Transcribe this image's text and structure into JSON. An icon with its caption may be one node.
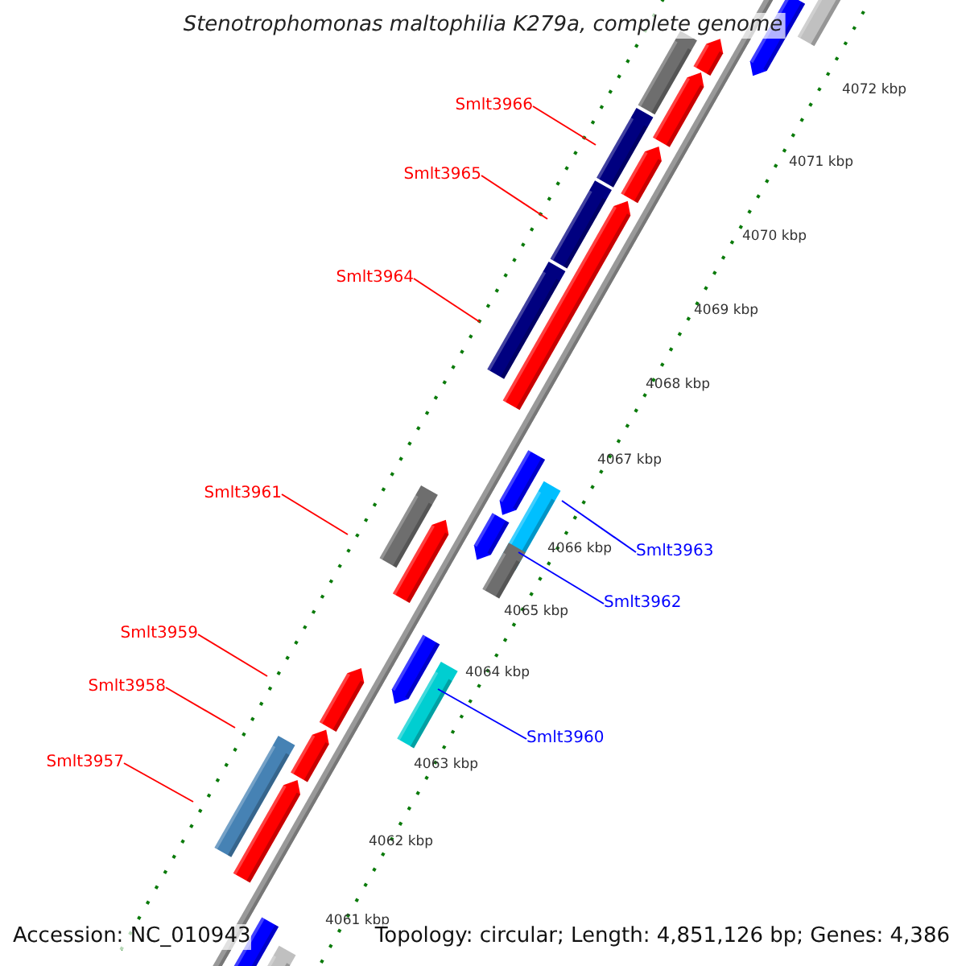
{
  "diagram": {
    "title": "Stenotrophomonas maltophilia K279a, complete genome",
    "nodes": [
      {
        "text": [
          "Smlt3966"
        ]
      },
      {
        "text": [
          "Smlt3965"
        ]
      },
      {
        "text": [
          "Smlt3964"
        ]
      },
      {
        "text": [
          "Smlt3961"
        ]
      },
      {
        "text": [
          "Smlt3963"
        ]
      },
      {
        "text": [
          "Smlt3962"
        ]
      },
      {
        "text": [
          "Smlt3959"
        ]
      },
      {
        "text": [
          "Smlt3958"
        ]
      },
      {
        "text": [
          "Smlt3960"
        ]
      },
      {
        "text": [
          "Smlt3957"
        ]
      }
    ],
    "edges": [
      {
        "from": 0,
        "to": null,
        "arrow": "none"
      },
      {
        "from": 1,
        "to": null,
        "arrow": "none"
      },
      {
        "from": 2,
        "to": null,
        "arrow": "none"
      },
      {
        "from": 3,
        "to": null,
        "arrow": "none"
      },
      {
        "from": 4,
        "to": null,
        "arrow": "none",
        "color": "#0000ff"
      },
      {
        "from": 5,
        "to": null,
        "arrow": "none",
        "color": "#0000ff"
      },
      {
        "from": 6,
        "to": null,
        "arrow": "none"
      },
      {
        "from": 7,
        "to": null,
        "arrow": "none"
      },
      {
        "from": 8,
        "to": null,
        "arrow": "none",
        "color": "#0000ff"
      },
      {
        "from": 9,
        "to": null,
        "arrow": "none"
      }
    ],
    "labels": [
      "4072 kbp",
      "4071 kbp",
      "4070 kbp",
      "4069 kbp",
      "4068 kbp",
      "4067 kbp",
      "4066 kbp",
      "4065 kbp",
      "4064 kbp",
      "4063 kbp",
      "4062 kbp",
      "4061 kbp",
      "Accession: NC_010943",
      "Topology: circular; Length: 4,851,126 bp; Genes: 4,386"
    ]
  }
}
